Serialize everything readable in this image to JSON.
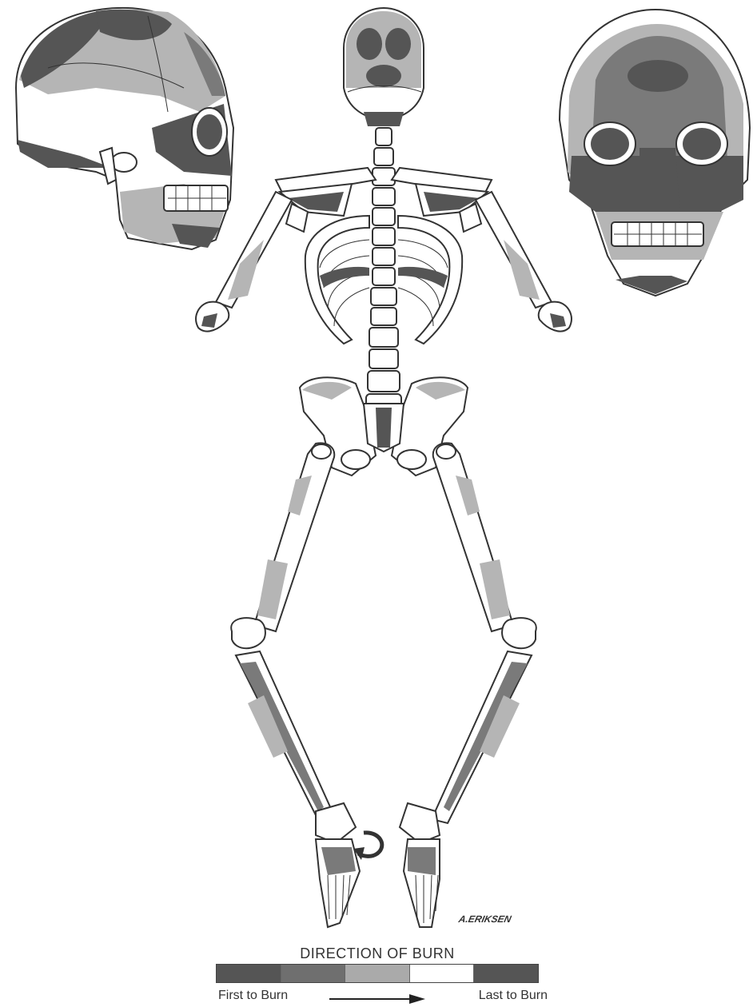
{
  "legend": {
    "title": "DIRECTION OF BURN",
    "first_label": "First to Burn",
    "last_label": "Last to Burn",
    "scale_colors": [
      "#555555",
      "#6f6f6f",
      "#aaaaaa",
      "#ffffff",
      "#555555"
    ]
  },
  "signature": "A.ERIKSEN",
  "colors": {
    "outline": "#333333",
    "dark": "#555555",
    "mid": "#7a7a7a",
    "light": "#b5b5b5",
    "bone": "#ffffff"
  }
}
